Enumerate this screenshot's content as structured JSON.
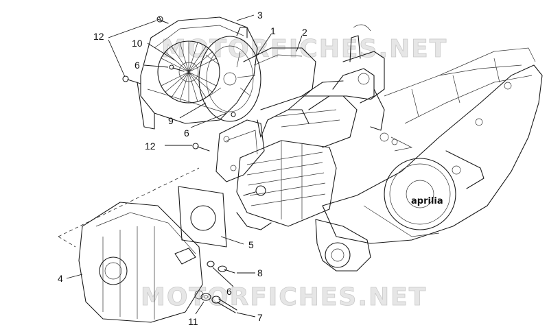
{
  "watermark": {
    "text": "MOTORFICHES.NET"
  },
  "brand_text": "aprilia",
  "parts": [
    {
      "id": "p1",
      "label": "1"
    },
    {
      "id": "p2",
      "label": "2"
    },
    {
      "id": "p3",
      "label": "3"
    },
    {
      "id": "p4",
      "label": "4"
    },
    {
      "id": "p5",
      "label": "5"
    },
    {
      "id": "p6a",
      "label": "6"
    },
    {
      "id": "p6b",
      "label": "6"
    },
    {
      "id": "p6c",
      "label": "6"
    },
    {
      "id": "p7",
      "label": "7"
    },
    {
      "id": "p8",
      "label": "8"
    },
    {
      "id": "p9",
      "label": "9"
    },
    {
      "id": "p10",
      "label": "10"
    },
    {
      "id": "p11",
      "label": "11"
    },
    {
      "id": "p12a",
      "label": "12"
    },
    {
      "id": "p12b",
      "label": "12"
    }
  ],
  "colors": {
    "line": "#1a1a1a",
    "background": "#ffffff",
    "watermark": "#e6e6e6"
  }
}
